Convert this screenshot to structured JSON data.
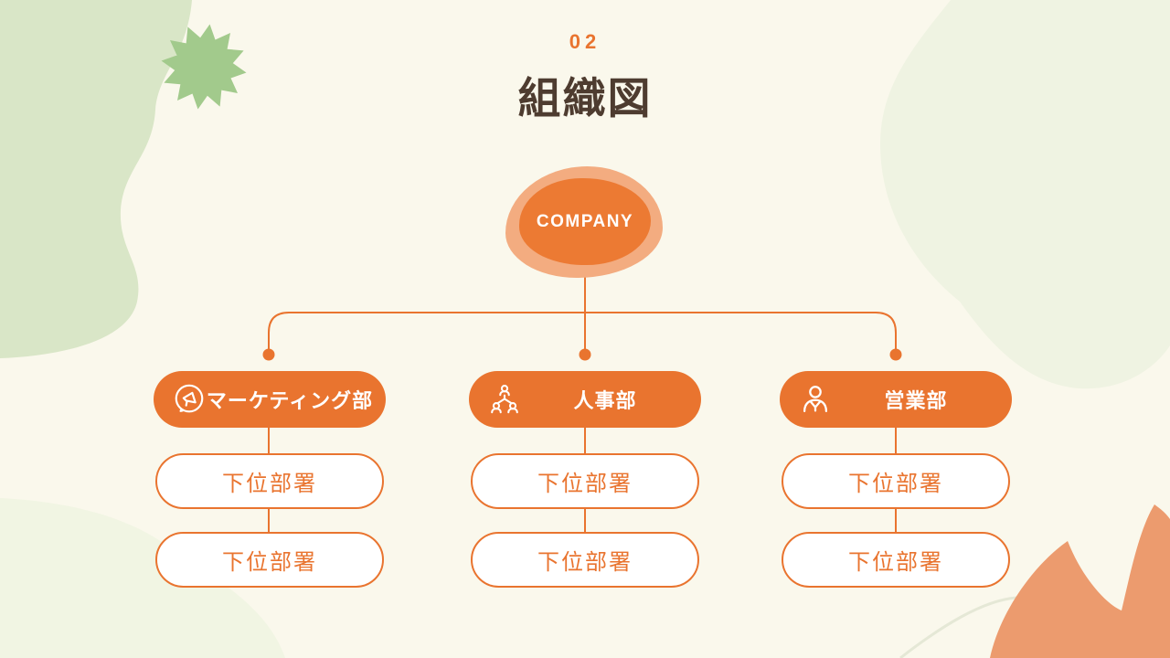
{
  "slide": {
    "page_number": "02",
    "title": "組織図"
  },
  "org_chart": {
    "root": {
      "label": "COMPANY"
    },
    "departments": [
      {
        "label": "マーケティング部",
        "icon": "megaphone-icon",
        "sub_departments": [
          "下位部署",
          "下位部署"
        ]
      },
      {
        "label": "人事部",
        "icon": "org-people-icon",
        "sub_departments": [
          "下位部署",
          "下位部署"
        ]
      },
      {
        "label": "営業部",
        "icon": "person-icon",
        "sub_departments": [
          "下位部署",
          "下位部署"
        ]
      }
    ]
  },
  "colors": {
    "accent_orange": "#E9742F",
    "accent_orange_fill": "#EC7A33",
    "accent_orange_light": "#F3AC80",
    "title_brown": "#4E3C30",
    "background_cream": "#FAF8EC",
    "green_blob": "#D9E6C7",
    "green_star": "#A2CA8C",
    "pale_green": "#EFF3E2",
    "salmon_leaf": "#EC9B6E"
  }
}
